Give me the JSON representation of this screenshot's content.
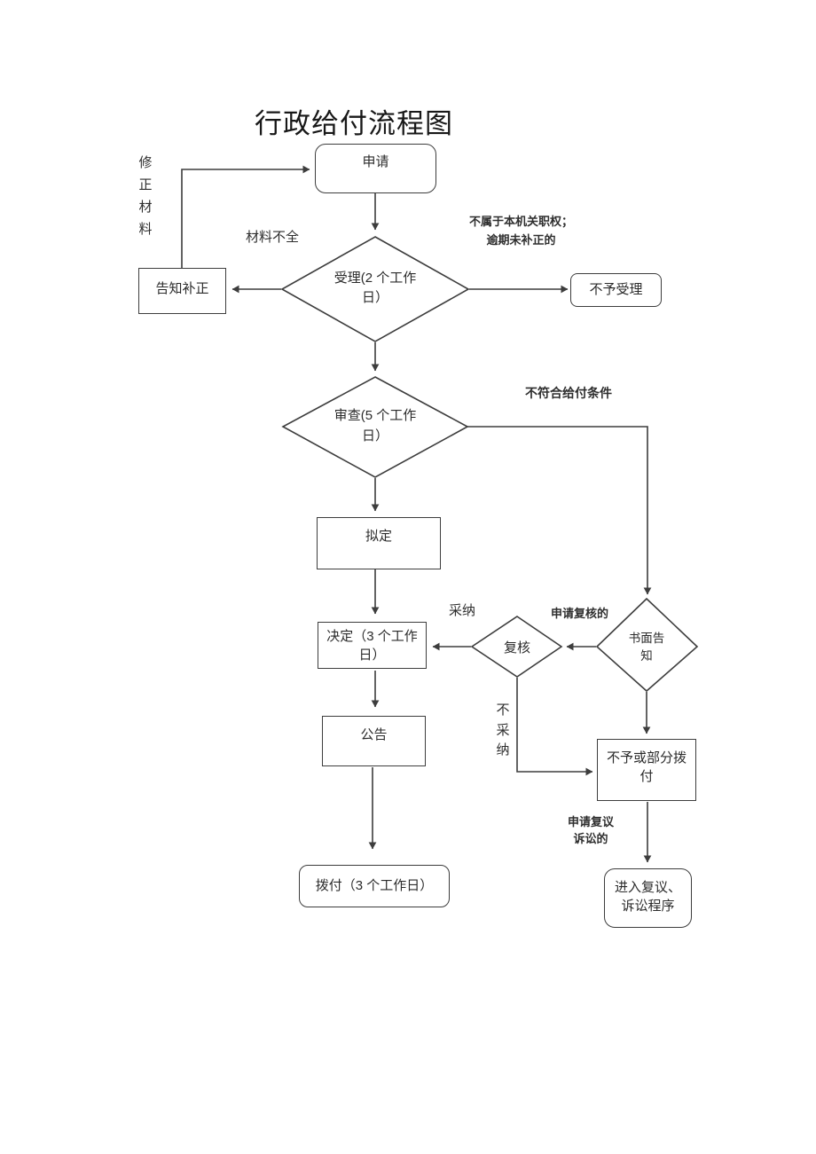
{
  "title": "行政给付流程图",
  "nodes": {
    "apply": {
      "label": "申请"
    },
    "accept": {
      "label": "受理(2 个工作\n日）"
    },
    "notify_correction": {
      "label": "告知补正"
    },
    "not_accepted": {
      "label": "不予受理"
    },
    "review": {
      "label": "审查(5 个工作\n日）"
    },
    "draft": {
      "label": "拟定"
    },
    "decision": {
      "label": "决定（3 个工作\n日）"
    },
    "recheck": {
      "label": "复核"
    },
    "written_notice": {
      "label": "书面告\n知"
    },
    "announcement": {
      "label": "公告"
    },
    "refuse_or_partial": {
      "label": "不予或部分拨\n付"
    },
    "disburse": {
      "label": "拨付（3 个工作日）"
    },
    "litigation": {
      "label": "进入复议、\n诉讼程序"
    }
  },
  "edge_labels": {
    "fix_materials": "修\n正\n材\n料",
    "materials_incomplete": "材料不全",
    "not_authority": "不属于本机关职权；\n逾期未补正的",
    "not_qualify": "不符合给付条件",
    "adopt": "采纳",
    "apply_recheck": "申请复核的",
    "not_adopt": "不\n采\n纳",
    "apply_reconsideration": "申请复议\n诉讼的"
  },
  "colors": {
    "stroke": "#3d3d3d",
    "text": "#2b2b2b",
    "background": "#ffffff"
  }
}
